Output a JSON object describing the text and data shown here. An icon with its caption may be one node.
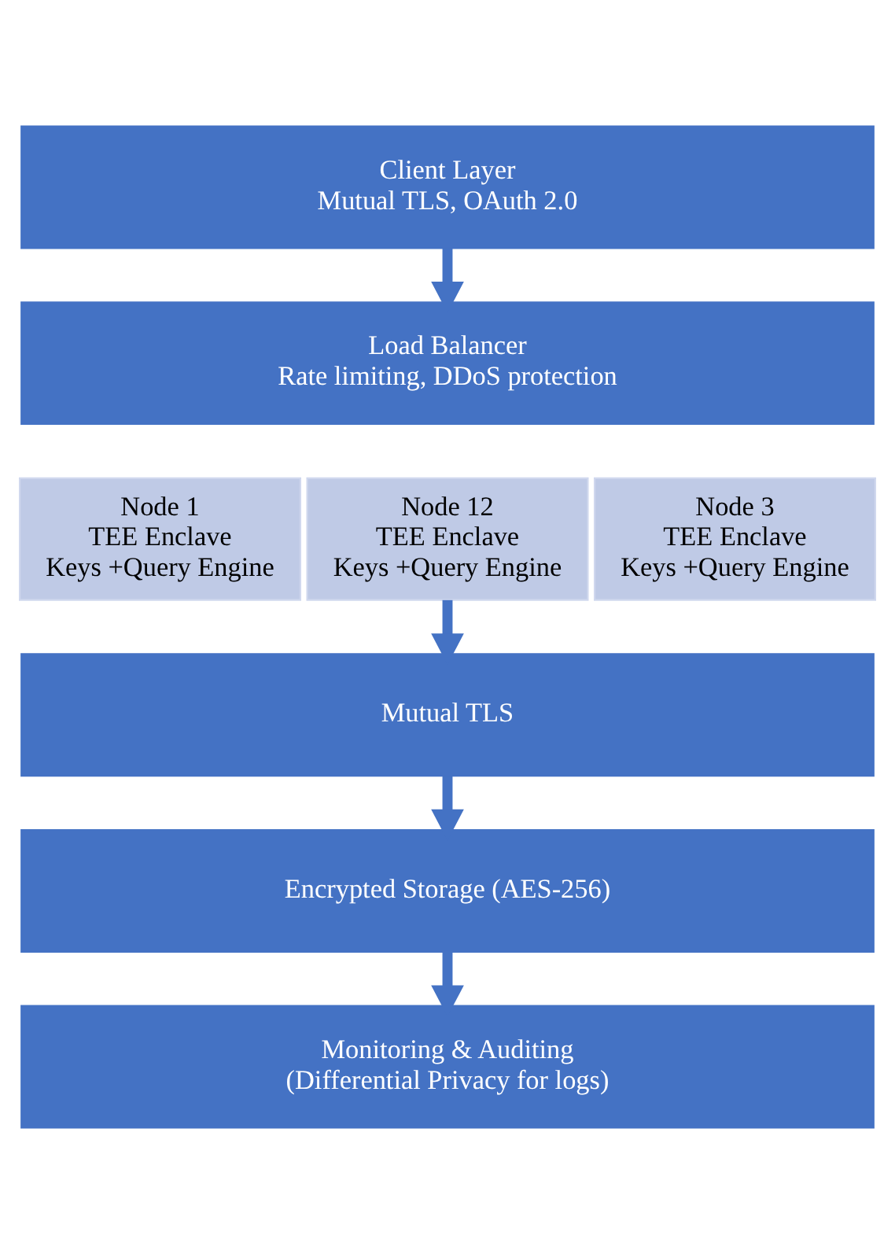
{
  "diagram": {
    "nodes": [
      {
        "text": [
          "Client Layer",
          "Mutual TLS, OAuth 2.0"
        ]
      },
      {
        "text": [
          "Load Balancer",
          "Rate limiting, DDoS protection"
        ]
      },
      {
        "text": [
          "Node 1",
          "TEE Enclave",
          "Keys +Query Engine"
        ]
      },
      {
        "text": [
          "Node 12",
          "TEE Enclave",
          "Keys +Query Engine"
        ]
      },
      {
        "text": [
          "Node 3",
          "TEE Enclave",
          "Keys +Query Engine"
        ]
      },
      {
        "text": [
          "Mutual TLS"
        ]
      },
      {
        "text": [
          "Encrypted Storage (AES-256)"
        ]
      },
      {
        "text": [
          "Monitoring & Auditing",
          "(Differential Privacy for logs)"
        ]
      }
    ],
    "edges": [
      {
        "from": 0,
        "to": 1,
        "arrow": "to"
      },
      {
        "from": 3,
        "to": 5,
        "arrow": "to"
      },
      {
        "from": 5,
        "to": 6,
        "arrow": "to"
      },
      {
        "from": 6,
        "to": 7,
        "arrow": "to"
      }
    ]
  }
}
